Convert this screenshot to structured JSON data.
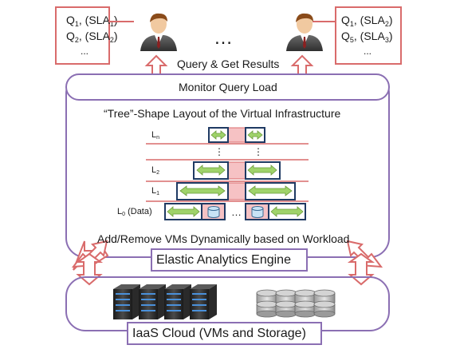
{
  "query_box_left": {
    "q1": {
      "q": "Q",
      "q_sub": "1",
      "sep": ", (SLA",
      "sla_sub": "1",
      "close": ")"
    },
    "q2": {
      "q": "Q",
      "q_sub": "2",
      "sep": ", (SLA",
      "sla_sub": "2",
      "close": ")"
    },
    "more": "..."
  },
  "query_box_right": {
    "q1": {
      "q": "Q",
      "q_sub": "1",
      "sep": ", (SLA",
      "sla_sub": "2",
      "close": ")"
    },
    "q2": {
      "q": "Q",
      "q_sub": "5",
      "sep": ", (SLA",
      "sla_sub": "3",
      "close": ")"
    },
    "more": "..."
  },
  "users_ellipsis": "…",
  "query_results_label": "Query & Get Results",
  "monitor_label": "Monitor Query Load",
  "tree_title": "“Tree”-Shape Layout of the Virtual Infrastructure",
  "levels": {
    "ln": {
      "base": "L",
      "sub": "n"
    },
    "l2": {
      "base": "L",
      "sub": "2"
    },
    "l1": {
      "base": "L",
      "sub": "1"
    },
    "l0": {
      "base": "L",
      "sub": "0",
      "suffix": " (Data)"
    },
    "vdots": "⋮",
    "l0_dots": "…"
  },
  "add_remove_label": "Add/Remove VMs Dynamically based on Workload",
  "engine_label": "Elastic Analytics Engine",
  "cloud_label": "IaaS Cloud (VMs and Storage)",
  "colors": {
    "purple": "#8b6fb3",
    "red": "#d96b6b",
    "pink": "#f6c2c4",
    "green": "#9fd36a",
    "navy": "#1f3a63",
    "storage": "#c8e3f5"
  },
  "icons": [
    "user-icon",
    "server-icon",
    "storage-disk-icon",
    "double-arrow-icon"
  ]
}
